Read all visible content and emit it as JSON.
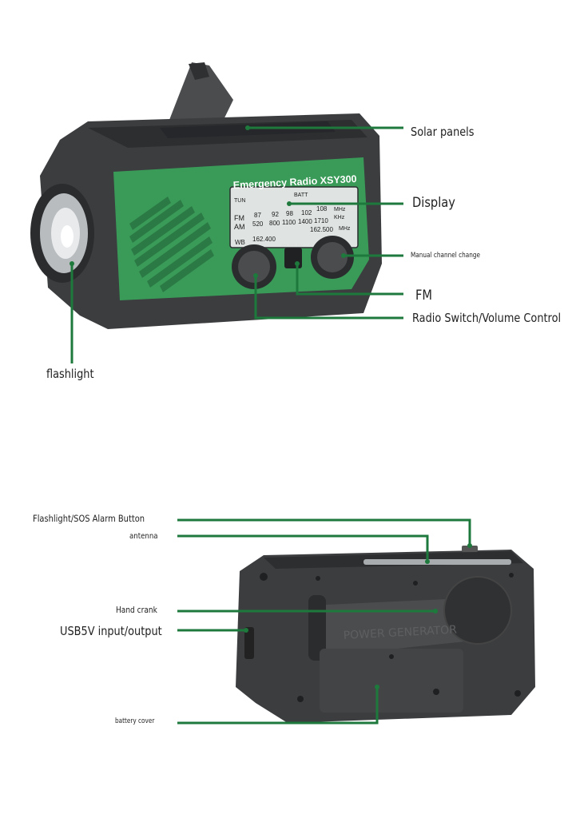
{
  "product": {
    "brand_text": "Emergency Radio XSY300",
    "display": {
      "tun": "TUN",
      "batt": "BATT",
      "fm_row": {
        "band": "FM",
        "values": [
          "87",
          "92",
          "98",
          "102",
          "108"
        ],
        "unit": "MHz"
      },
      "am_row": {
        "band": "AM",
        "values": [
          "520",
          "800",
          "1100",
          "1400",
          "1710"
        ],
        "unit": "KHz"
      },
      "wb_row": {
        "band": "WB",
        "start": "162.400",
        "end": "162.500",
        "unit": "MHz"
      },
      "switch_labels": [
        "AM",
        "WB",
        "FM"
      ]
    },
    "back_panel_text": "POWER GENERATOR"
  },
  "front_callouts": {
    "solar": "Solar panels",
    "display": "Display",
    "manual": "Manual channel change",
    "fm": "FM",
    "radio_switch": "Radio Switch/Volume Control",
    "flashlight": "flashlight"
  },
  "back_callouts": {
    "sos": "Flashlight/SOS Alarm Button",
    "antenna": "antenna",
    "crank": "Hand crank",
    "usb": "USB5V input/output",
    "battery": "battery cover"
  },
  "colors": {
    "callout_line": "#1e7a3c",
    "radio_green": "#3a9b58",
    "body_dark": "#3b3d3f"
  }
}
